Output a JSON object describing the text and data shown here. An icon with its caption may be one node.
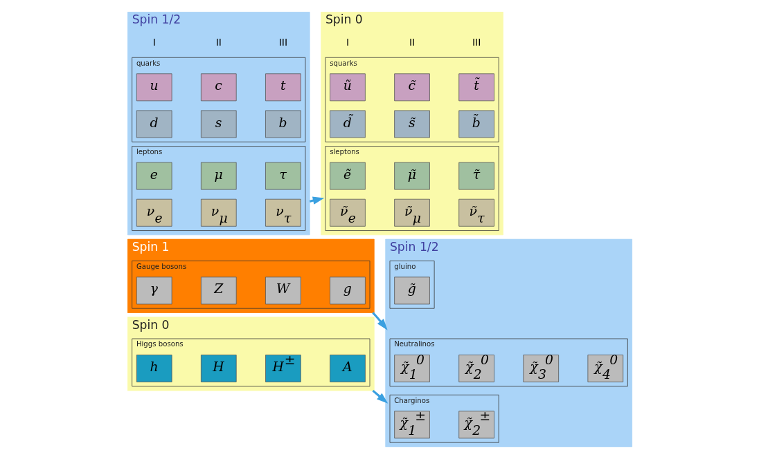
{
  "diagram": {
    "nodes": [
      {
        "text": [
          "Spin 1/2"
        ]
      },
      {
        "text": [
          "quarks"
        ],
        "in": 0
      },
      {
        "text": [
          "u"
        ],
        "in": 1
      },
      {
        "text": [
          "c"
        ],
        "in": 1
      },
      {
        "text": [
          "t"
        ],
        "in": 1
      },
      {
        "text": [
          "d"
        ],
        "in": 1
      },
      {
        "text": [
          "s"
        ],
        "in": 1
      },
      {
        "text": [
          "b"
        ],
        "in": 1
      },
      {
        "text": [
          "leptons"
        ],
        "in": 0
      },
      {
        "text": [
          "e"
        ],
        "in": 8
      },
      {
        "text": [
          "μ"
        ],
        "in": 8
      },
      {
        "text": [
          "τ"
        ],
        "in": 8
      },
      {
        "text": [
          "ν$_{e}$"
        ],
        "in": 8
      },
      {
        "text": [
          "ν$_{μ}$"
        ],
        "in": 8
      },
      {
        "text": [
          "ν$_{τ}$"
        ],
        "in": 8
      },
      {
        "text": [
          "Spin 0"
        ]
      },
      {
        "text": [
          "squarks"
        ],
        "in": 15
      },
      {
        "text": [
          "ũ"
        ],
        "in": 16
      },
      {
        "text": [
          "c̃"
        ],
        "in": 16
      },
      {
        "text": [
          "t̃"
        ],
        "in": 16
      },
      {
        "text": [
          "d̃"
        ],
        "in": 16
      },
      {
        "text": [
          "s̃"
        ],
        "in": 16
      },
      {
        "text": [
          "b̃"
        ],
        "in": 16
      },
      {
        "text": [
          "sleptons"
        ],
        "in": 15
      },
      {
        "text": [
          "ẽ"
        ],
        "in": 23
      },
      {
        "text": [
          "μ̃"
        ],
        "in": 23
      },
      {
        "text": [
          "τ̃"
        ],
        "in": 23
      },
      {
        "text": [
          "ν̃$_{e}$"
        ],
        "in": 23
      },
      {
        "text": [
          "ν̃$_{μ}$"
        ],
        "in": 23
      },
      {
        "text": [
          "ν̃$_{τ}$"
        ],
        "in": 23
      },
      {
        "text": [
          "Spin 1"
        ]
      },
      {
        "text": [
          "Gauge bosons"
        ],
        "in": 30
      },
      {
        "text": [
          "γ"
        ],
        "in": 31
      },
      {
        "text": [
          "Z"
        ],
        "in": 31
      },
      {
        "text": [
          "W"
        ],
        "in": 31
      },
      {
        "text": [
          "g"
        ],
        "in": 31
      },
      {
        "text": [
          "Spin 0"
        ]
      },
      {
        "text": [
          "Higgs bosons"
        ],
        "in": 36
      },
      {
        "text": [
          "h"
        ],
        "in": 37
      },
      {
        "text": [
          "H"
        ],
        "in": 37
      },
      {
        "text": [
          "H$^{±}$"
        ],
        "in": 37
      },
      {
        "text": [
          "A"
        ],
        "in": 37
      },
      {
        "text": [
          "Spin 1/2"
        ]
      },
      {
        "text": [
          "gluino"
        ],
        "in": 42
      },
      {
        "text": [
          "g̃"
        ],
        "in": 43
      },
      {
        "text": [
          "Neutralinos"
        ],
        "in": 42
      },
      {
        "text": [
          "χ̃$_{1}$$^{0}$"
        ],
        "in": 45
      },
      {
        "text": [
          "χ̃$_{2}$$^{0}$"
        ],
        "in": 45
      },
      {
        "text": [
          "χ̃$_{3}$$^{0}$"
        ],
        "in": 45
      },
      {
        "text": [
          "χ̃$_{4}$$^{0}$"
        ],
        "in": 45
      },
      {
        "text": [
          "Charginos"
        ],
        "in": 42
      },
      {
        "text": [
          "χ̃$_{1}$$^{±}$"
        ],
        "in": 50
      },
      {
        "text": [
          "χ̃$_{2}$$^{±}$"
        ],
        "in": 50
      }
    ],
    "edges": [
      {
        "from": 0,
        "to": 15,
        "arrow": "to"
      },
      {
        "from": 30,
        "to": 42,
        "arrow": "to"
      },
      {
        "from": 36,
        "to": 42,
        "arrow": "to"
      }
    ],
    "labels": [
      "I",
      "II",
      "III",
      "I",
      "II",
      "III"
    ]
  }
}
